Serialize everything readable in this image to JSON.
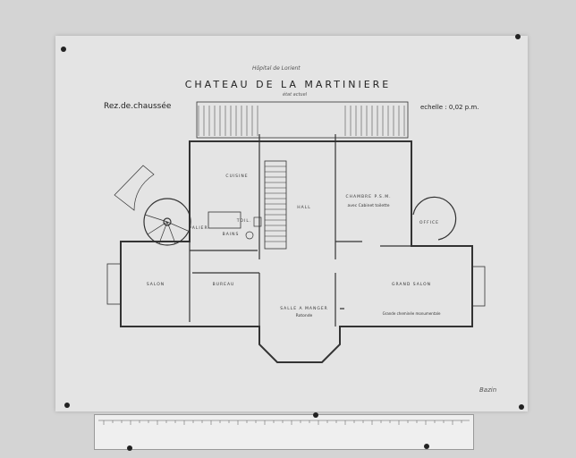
{
  "plan": {
    "annotation_top": "Hôpital de Lorient",
    "title": "CHATEAU DE LA MARTINIERE",
    "subtitle": "état actuel",
    "floor": "Rez.de.chaussée",
    "scale": "echelle : 0,02 p.m.",
    "rooms": {
      "cuisine": "CUISINE",
      "hall": "HALL",
      "chambre": "CHAMBRE P.S.M.",
      "chambre_note": "avec Cabinet toilette",
      "office": "OFFICE",
      "palier": "PALIER",
      "bains": "BAINS",
      "toil": "TOIL.",
      "salon": "SALON",
      "bureau": "BUREAU",
      "grand_salon": "GRAND SALON",
      "salle_a_manger": "SALLE A MANGER",
      "rotonde": "Rotonde",
      "cheminee": "Grande cheminée monumentale"
    },
    "signature": "Bazin"
  },
  "colors": {
    "line": "#333333",
    "paper": "#e4e4e4"
  }
}
